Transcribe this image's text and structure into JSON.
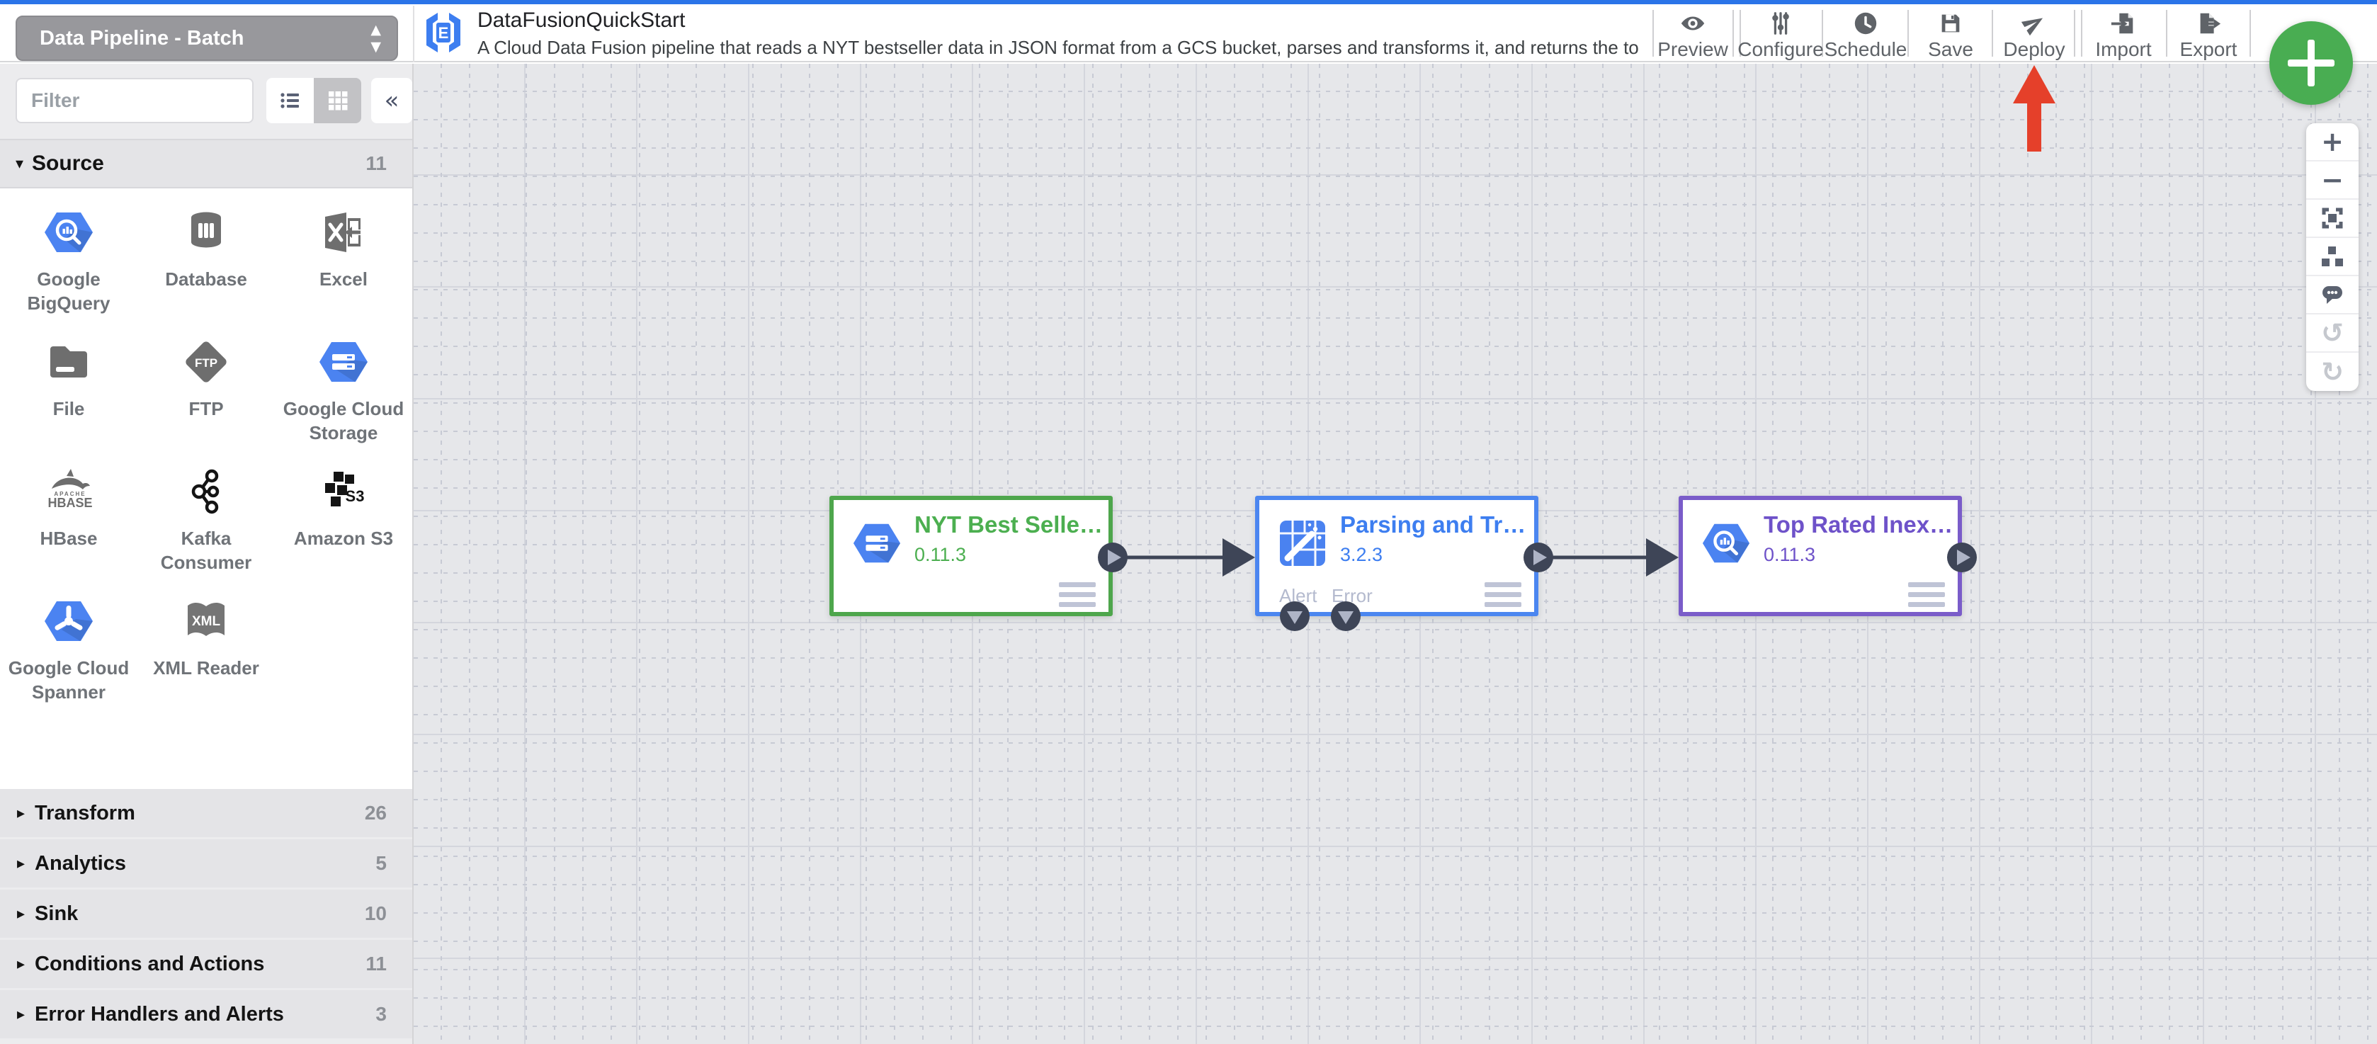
{
  "app": {
    "top_strip_color": "#2A74E8"
  },
  "pipeline_type_select": {
    "value": "Data Pipeline - Batch"
  },
  "header": {
    "title": "DataFusionQuickStart",
    "description": "A Cloud Data Fusion pipeline that reads a NYT bestseller data in JSON format from a GCS bucket, parses and transforms it, and returns the top rated book...",
    "logo_text": "E"
  },
  "toolbar": {
    "buttons": [
      {
        "label": "Preview",
        "icon": "eye-icon"
      },
      {
        "label": "Configure",
        "icon": "sliders-icon"
      },
      {
        "label": "Schedule",
        "icon": "clock-icon"
      },
      {
        "label": "Save",
        "icon": "floppy-icon"
      },
      {
        "label": "Deploy",
        "icon": "send-icon"
      },
      {
        "label": "Import",
        "icon": "import-icon"
      },
      {
        "label": "Export",
        "icon": "export-icon"
      }
    ]
  },
  "fab": {
    "icon": "plus-icon",
    "color": "#49AD52"
  },
  "annotation": {
    "type": "red-arrow",
    "points_at": "Deploy",
    "color": "#E5402A"
  },
  "glyphs": {
    "caret_down": "▾",
    "caret_right": "▸",
    "spinner_up": "▲",
    "spinner_down": "▼",
    "collapse": "«",
    "plus": "+",
    "minus": "−",
    "undo": "↺",
    "redo": "↻"
  },
  "icon_texts": {
    "ftp": "FTP",
    "xml": "XML",
    "s3": "S3",
    "hbase": "HBASE"
  },
  "sidebar": {
    "filter": {
      "placeholder": "Filter"
    },
    "view_toggle": {
      "options": [
        "list",
        "grid"
      ],
      "active": "grid"
    },
    "sections": [
      {
        "label": "Source",
        "count": "11",
        "expanded": true,
        "items": [
          {
            "label": "Google BigQuery",
            "icon": "bigquery-hexagon-icon"
          },
          {
            "label": "Database",
            "icon": "database-cylinder-icon"
          },
          {
            "label": "Excel",
            "icon": "excel-icon"
          },
          {
            "label": "File",
            "icon": "folder-icon"
          },
          {
            "label": "FTP",
            "icon": "ftp-diamond-icon"
          },
          {
            "label": "Google Cloud Storage",
            "icon": "cloud-storage-hexagon-icon"
          },
          {
            "label": "HBase",
            "icon": "hbase-orca-icon"
          },
          {
            "label": "Kafka Consumer",
            "icon": "kafka-icon"
          },
          {
            "label": "Amazon S3",
            "icon": "s3-cubes-icon"
          },
          {
            "label": "Google Cloud Spanner",
            "icon": "cloud-spanner-hexagon-icon"
          },
          {
            "label": "XML Reader",
            "icon": "xml-book-icon"
          }
        ]
      },
      {
        "label": "Transform",
        "count": "26",
        "expanded": false
      },
      {
        "label": "Analytics",
        "count": "5",
        "expanded": false
      },
      {
        "label": "Sink",
        "count": "10",
        "expanded": false
      },
      {
        "label": "Conditions and Actions",
        "count": "11",
        "expanded": false
      },
      {
        "label": "Error Handlers and Alerts",
        "count": "3",
        "expanded": false
      }
    ]
  },
  "canvas": {
    "nodes": [
      {
        "title": "NYT Best Selle…",
        "version": "0.11.3",
        "type": "source",
        "accent": "#4CAF50",
        "icon": "cloud-storage-hexagon-icon"
      },
      {
        "title": "Parsing and Tr…",
        "version": "3.2.3",
        "type": "transform",
        "accent": "#4285F4",
        "icon": "wrangler-icon",
        "ports": [
          "Alert",
          "Error"
        ]
      },
      {
        "title": "Top Rated Inex…",
        "version": "0.11.3",
        "type": "sink",
        "accent": "#7A5CC9",
        "icon": "bigquery-hexagon-icon"
      }
    ],
    "connections": [
      {
        "from": 0,
        "to": 1
      },
      {
        "from": 1,
        "to": 2
      }
    ],
    "zoom_controls": [
      {
        "icon": "zoom-in-icon"
      },
      {
        "icon": "zoom-out-icon"
      },
      {
        "icon": "fit-to-screen-icon"
      },
      {
        "icon": "auto-align-icon"
      },
      {
        "icon": "comment-icon"
      },
      {
        "icon": "undo-icon",
        "disabled": true
      },
      {
        "icon": "redo-icon",
        "disabled": true
      }
    ]
  }
}
